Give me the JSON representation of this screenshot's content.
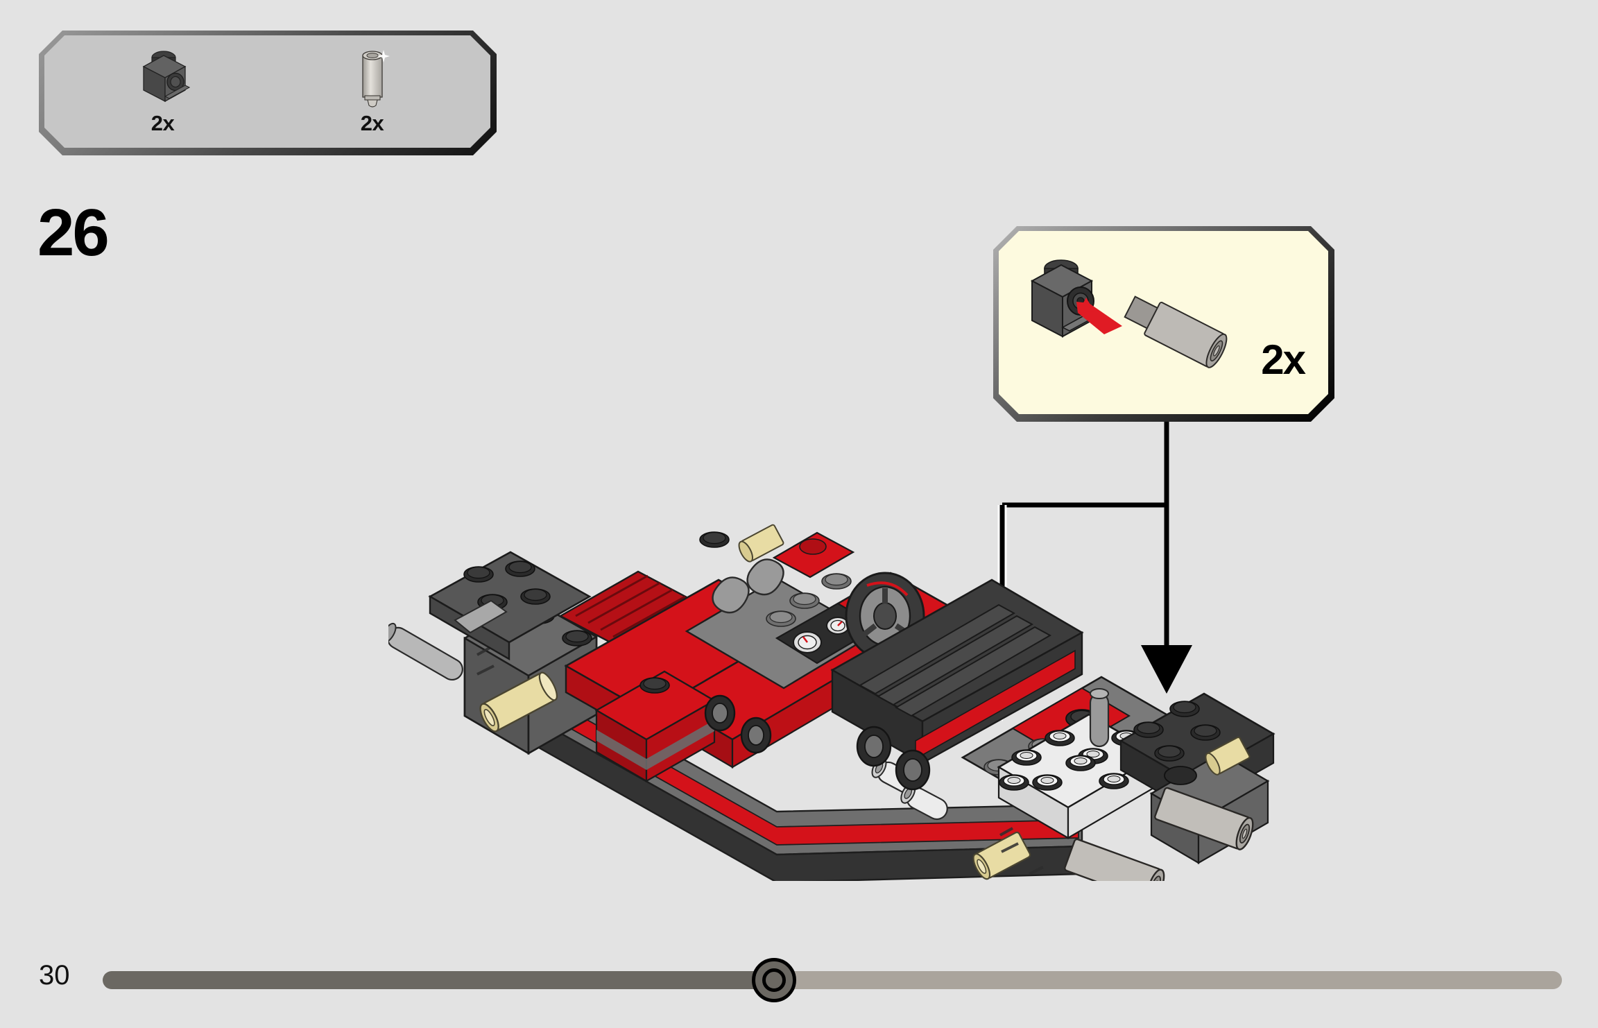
{
  "document": {
    "kind": "lego-building-instructions",
    "background_color": "#e3e3e3"
  },
  "parts_box": {
    "name": "parts-bill-of-materials",
    "background_color": "#c6c6c6",
    "parts": [
      {
        "icon": "lego-headlight-brick-1x1-dark-gray",
        "description": "1x1 brick with stud on side (headlight brick), dark bluish gray",
        "quantity_label": "2x",
        "color": "#5a5a5a"
      },
      {
        "icon": "lego-bar-pin-light-gray",
        "description": "Bar / pin with stud end, light bluish gray",
        "quantity_label": "2x",
        "color": "#c9c6c0"
      }
    ]
  },
  "step": {
    "number_label": "26"
  },
  "callout": {
    "name": "sub-assembly-callout",
    "background_color": "#fdfadf",
    "quantity_label": "2x",
    "arrow_color": "#e01b24",
    "parts": [
      {
        "icon": "lego-headlight-brick-1x1-dark-gray",
        "color": "#555555"
      },
      {
        "icon": "lego-bar-pin-light-gray",
        "color": "#c9c6c0"
      }
    ]
  },
  "model": {
    "name": "sports-car-chassis-assembly",
    "description": "Partially built red and dark gray sports car chassis shown in isometric view",
    "colors": {
      "body_red": "#d4121a",
      "dark_gray": "#3c3c3c",
      "medium_gray": "#7f7f7f",
      "light_gray": "#b9b9b9",
      "white": "#f2f2f2",
      "tan_pin": "#e8dca4",
      "black": "#1a1a1a"
    },
    "attachment_arrows": 2
  },
  "footer": {
    "page_number": "30",
    "progress_percent": 46,
    "track_color": "#aaa49c",
    "fill_color": "#6b6862"
  }
}
